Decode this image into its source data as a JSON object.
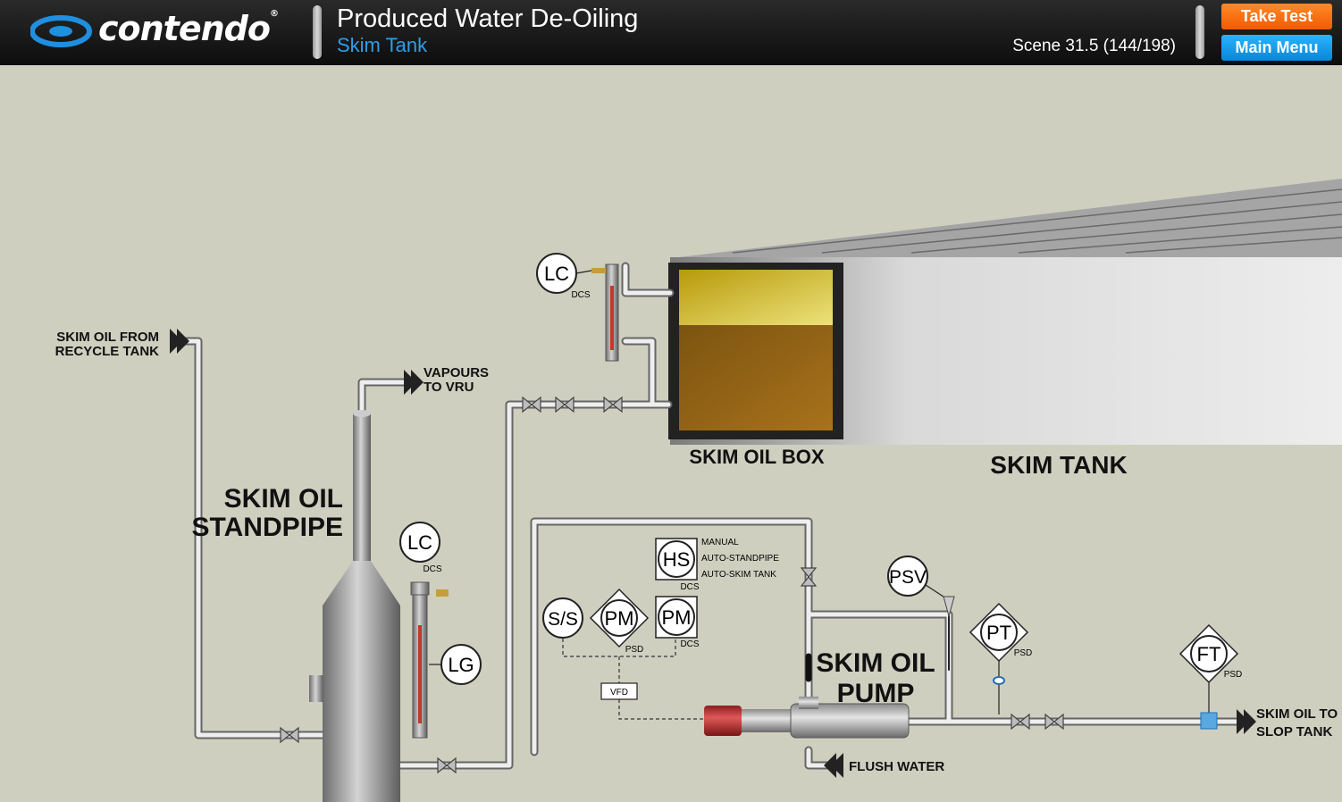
{
  "header": {
    "logo_text": "contendo",
    "logo_reg": "®",
    "course_title": "Produced Water De-Oiling",
    "course_subtitle": "Skim Tank",
    "scene_text": "Scene 31.5 (144/198)",
    "take_test_label": "Take Test",
    "main_menu_label": "Main Menu"
  },
  "diagram": {
    "skim_oil_from_1": "SKIM OIL FROM",
    "skim_oil_from_2": "RECYCLE TANK",
    "vapours_1": "VAPOURS",
    "vapours_2": "TO VRU",
    "standpipe_1": "SKIM OIL",
    "standpipe_2": "STANDPIPE",
    "skim_oil_box": "SKIM OIL BOX",
    "skim_tank": "SKIM TANK",
    "pump_1": "SKIM OIL",
    "pump_2": "PUMP",
    "flush_water": "FLUSH WATER",
    "slop_1": "SKIM OIL TO",
    "slop_2": "SLOP TANK",
    "lc_top": "LC",
    "lc_top_sub": "DCS",
    "lc_mid": "LC",
    "lc_mid_sub": "DCS",
    "lg": "LG",
    "hs": "HS",
    "hs_sub": "DCS",
    "hs_opt1": "MANUAL",
    "hs_opt2": "AUTO-STANDPIPE",
    "hs_opt3": "AUTO-SKIM TANK",
    "ss": "S/S",
    "pm_psd": "PM",
    "pm_psd_sub": "PSD",
    "pm_dcs": "PM",
    "pm_dcs_sub": "DCS",
    "vfd": "VFD",
    "psv": "PSV",
    "pt": "PT",
    "pt_sub": "PSD",
    "ft": "FT",
    "ft_sub": "PSD"
  }
}
